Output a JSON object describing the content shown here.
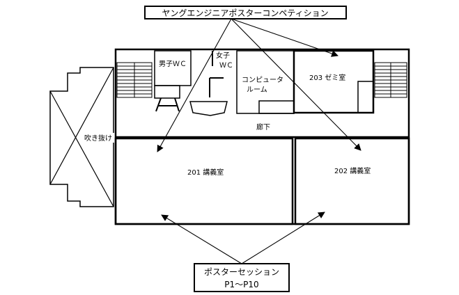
{
  "callouts": {
    "competition": "ヤングエンジニアポスターコンペティション",
    "poster_session_line1": "ポスターセッション",
    "poster_session_line2": "P1～P10"
  },
  "rooms": {
    "mens_wc": "男子ＷＣ",
    "womens_wc_line1": "女子",
    "womens_wc_line2": "ＷＣ",
    "computer_room_line1": "コンピュータ",
    "computer_room_line2": "ルーム",
    "seminar_203": "203 ゼミ室",
    "corridor": "廊下",
    "atrium": "吹き抜け",
    "lecture_201": "201 講義室",
    "lecture_202": "202 講義室"
  }
}
